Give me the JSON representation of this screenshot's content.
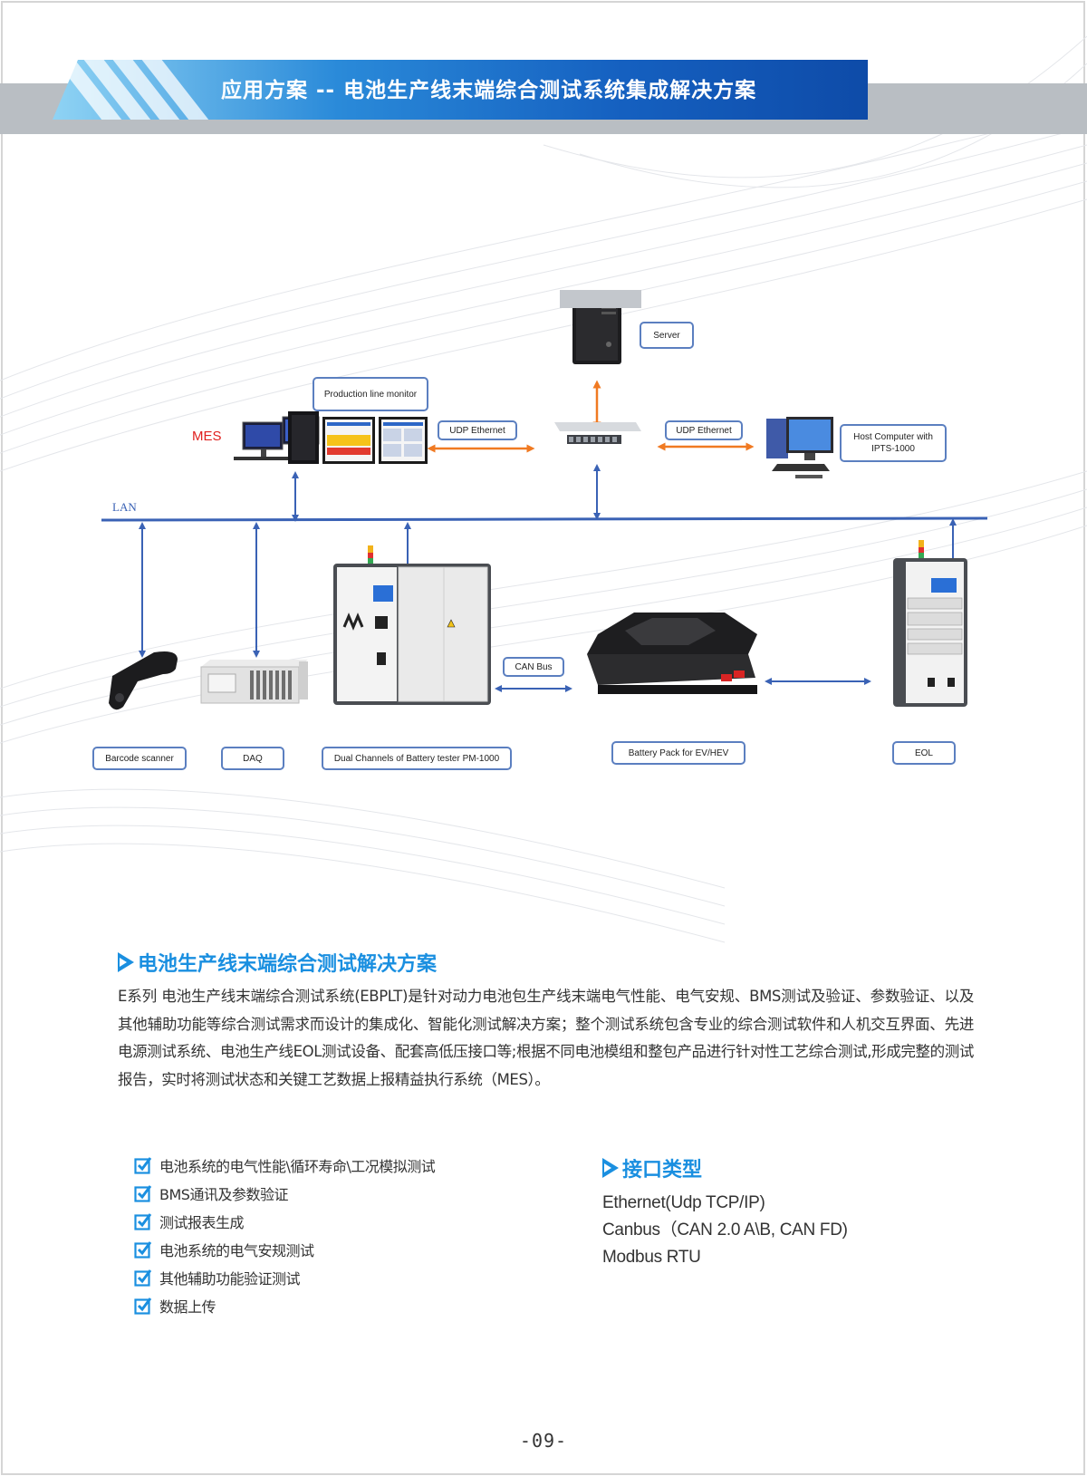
{
  "header": {
    "title": "应用方案 -- 电池生产线末端综合测试系统集成解决方案"
  },
  "diagram": {
    "mes": "MES",
    "lan": "LAN",
    "labels": {
      "production_monitor": "Production line monitor",
      "server": "Server",
      "udp_left": "UDP Ethernet",
      "udp_right": "UDP Ethernet",
      "host": "Host Computer with IPTS-1000",
      "can_bus": "CAN Bus",
      "barcode": "Barcode scanner",
      "daq": "DAQ",
      "tester": "Dual Channels of Battery tester PM-1000",
      "battery": "Battery Pack for EV/HEV",
      "eol": "EOL"
    }
  },
  "solution": {
    "title": "电池生产线末端综合测试解决方案",
    "body": "E系列 电池生产线末端综合测试系统(EBPLT)是针对动力电池包生产线末端电气性能、电气安规、BMS测试及验证、参数验证、以及其他辅助功能等综合测试需求而设计的集成化、智能化测试解决方案；整个测试系统包含专业的综合测试软件和人机交互界面、先进电源测试系统、电池生产线EOL测试设备、配套高低压接口等;根据不同电池模组和整包产品进行针对性工艺综合测试,形成完整的测试报告，实时将测试状态和关键工艺数据上报精益执行系统（MES）。"
  },
  "features": [
    "电池系统的电气性能\\循环寿命\\工况模拟测试",
    "BMS通讯及参数验证",
    "测试报表生成",
    "电池系统的电气安规测试",
    "其他辅助功能验证测试",
    "数据上传"
  ],
  "interfaces": {
    "title": "接口类型",
    "items": [
      "Ethernet(Udp TCP/IP)",
      "Canbus（CAN 2.0 A\\B, CAN FD)",
      "Modbus RTU"
    ]
  },
  "page_number": "-09-",
  "colors": {
    "accent": "#1a8fe0",
    "line_blue": "#3a62b5",
    "arrow_orange": "#f07a22",
    "mes_red": "#e0201e"
  }
}
